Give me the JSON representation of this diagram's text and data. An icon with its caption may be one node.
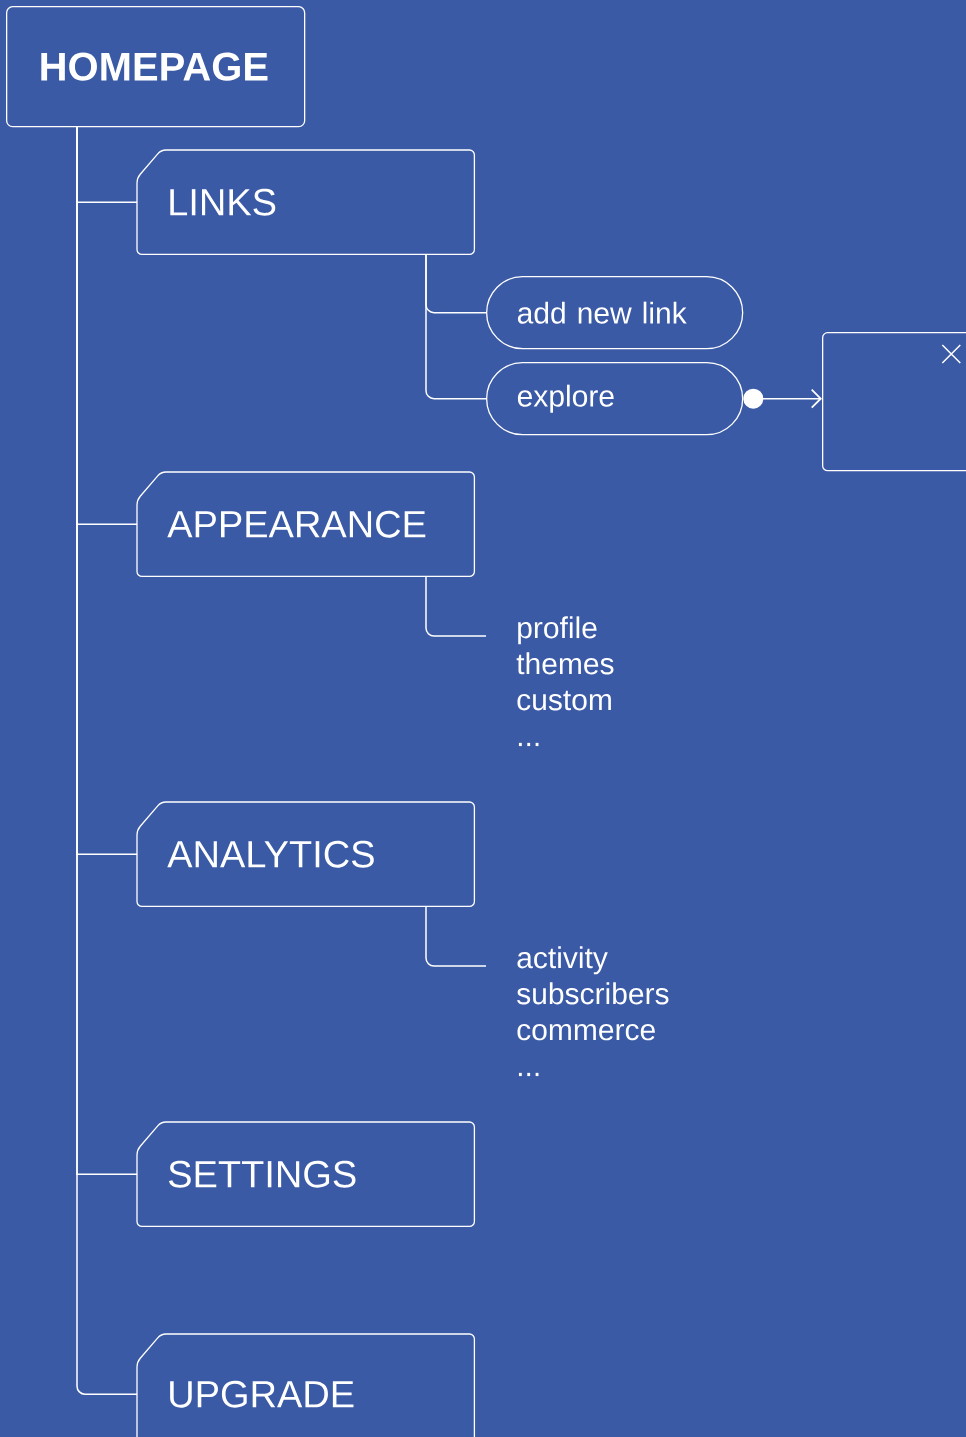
{
  "diagram": {
    "nodes": [
      {
        "text": [
          "HOMEPAGE"
        ]
      },
      {
        "text": [
          "LINKS"
        ]
      },
      {
        "text": [
          "add new link"
        ]
      },
      {
        "text": [
          "explore"
        ]
      },
      {
        "text": [],
        "shape": "box"
      },
      {
        "text": [
          "APPEARANCE"
        ]
      },
      {
        "text": [
          "profile",
          "themes",
          "custom",
          "..."
        ]
      },
      {
        "text": [
          "ANALYTICS"
        ]
      },
      {
        "text": [
          "activity",
          "subscribers",
          "commerce",
          "..."
        ]
      },
      {
        "text": [
          "SETTINGS"
        ]
      },
      {
        "text": [
          "UPGRADE"
        ]
      }
    ],
    "edges": [
      {
        "from": 0,
        "to": 1,
        "arrow": "none"
      },
      {
        "from": 0,
        "to": 5,
        "arrow": "none"
      },
      {
        "from": 0,
        "to": 7,
        "arrow": "none"
      },
      {
        "from": 0,
        "to": 9,
        "arrow": "none"
      },
      {
        "from": 0,
        "to": 10,
        "arrow": "none"
      },
      {
        "from": 1,
        "to": 2,
        "arrow": "none"
      },
      {
        "from": 1,
        "to": 3,
        "arrow": "none"
      },
      {
        "from": 3,
        "to": 4,
        "arrow": "to"
      },
      {
        "from": 5,
        "to": 6,
        "arrow": "none"
      },
      {
        "from": 7,
        "to": 8,
        "arrow": "none"
      }
    ]
  }
}
